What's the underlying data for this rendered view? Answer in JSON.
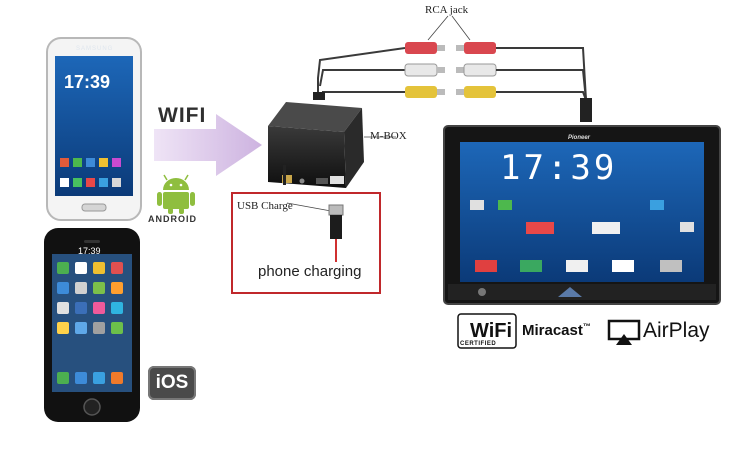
{
  "labels": {
    "wifi": "WIFI",
    "rca_jack": "RCA jack",
    "mbox": "M-BOX",
    "usb_charge": "USB Charge",
    "phone_charging": "phone charging"
  },
  "android_phone": {
    "brand": "SAMSUNG",
    "clock": "17:39"
  },
  "android_badge": {
    "word": "ANDROID"
  },
  "iphone": {
    "clock": "17:39"
  },
  "ios_badge": {
    "word": "iOS"
  },
  "car_unit": {
    "brand": "Pioneer",
    "clock": "17:39"
  },
  "logos": {
    "wifi_mark": "WiFi",
    "wifi_certified": "CERTIFIED",
    "miracast": "Miracast",
    "miracast_tm": "™",
    "airplay": "AirPlay"
  },
  "colors": {
    "arrow": "#d9c3e8",
    "frame": "#c0282b",
    "rca_red": "#d9474f",
    "rca_white": "#e8e8e8",
    "rca_yellow": "#e4c33a"
  }
}
